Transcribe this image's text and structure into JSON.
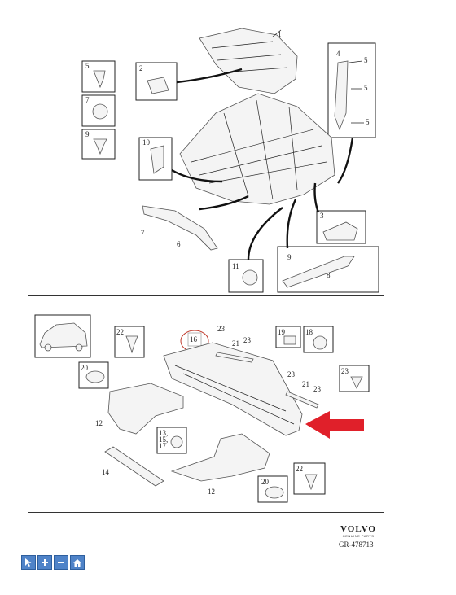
{
  "callouts_top": {
    "c1": "1",
    "c2": "2",
    "c3": "3",
    "c4": "4",
    "c5a": "5",
    "c5b": "5",
    "c5c": "5",
    "c5d": "5",
    "c6": "6",
    "c7a": "7",
    "c7b": "7",
    "c8": "8",
    "c9a": "9",
    "c9b": "9",
    "c10": "10",
    "c11": "11"
  },
  "callouts_bottom": {
    "c12a": "12",
    "c12b": "12",
    "c13": "13,",
    "c15": "15,",
    "c17": "17",
    "c14": "14",
    "c16": "16",
    "c18": "18",
    "c19": "19",
    "c20a": "20",
    "c20b": "20",
    "c21a": "21",
    "c21b": "21",
    "c22a": "22",
    "c22b": "22",
    "c23a": "23",
    "c23b": "23",
    "c23c": "23",
    "c23d": "23",
    "c23e": "23"
  },
  "brand": {
    "name": "VOLVO",
    "sub": "GENUINE PARTS",
    "figure_code": "GR-478713"
  },
  "toolbar": {
    "select_icon": "cursor-icon",
    "zoom_in_icon": "plus-icon",
    "zoom_out_icon": "minus-icon",
    "home_icon": "home-icon"
  },
  "colors": {
    "arrow": "#e0202a",
    "toolbar": "#4f83c8",
    "highlight_ring": "#c0392b"
  }
}
